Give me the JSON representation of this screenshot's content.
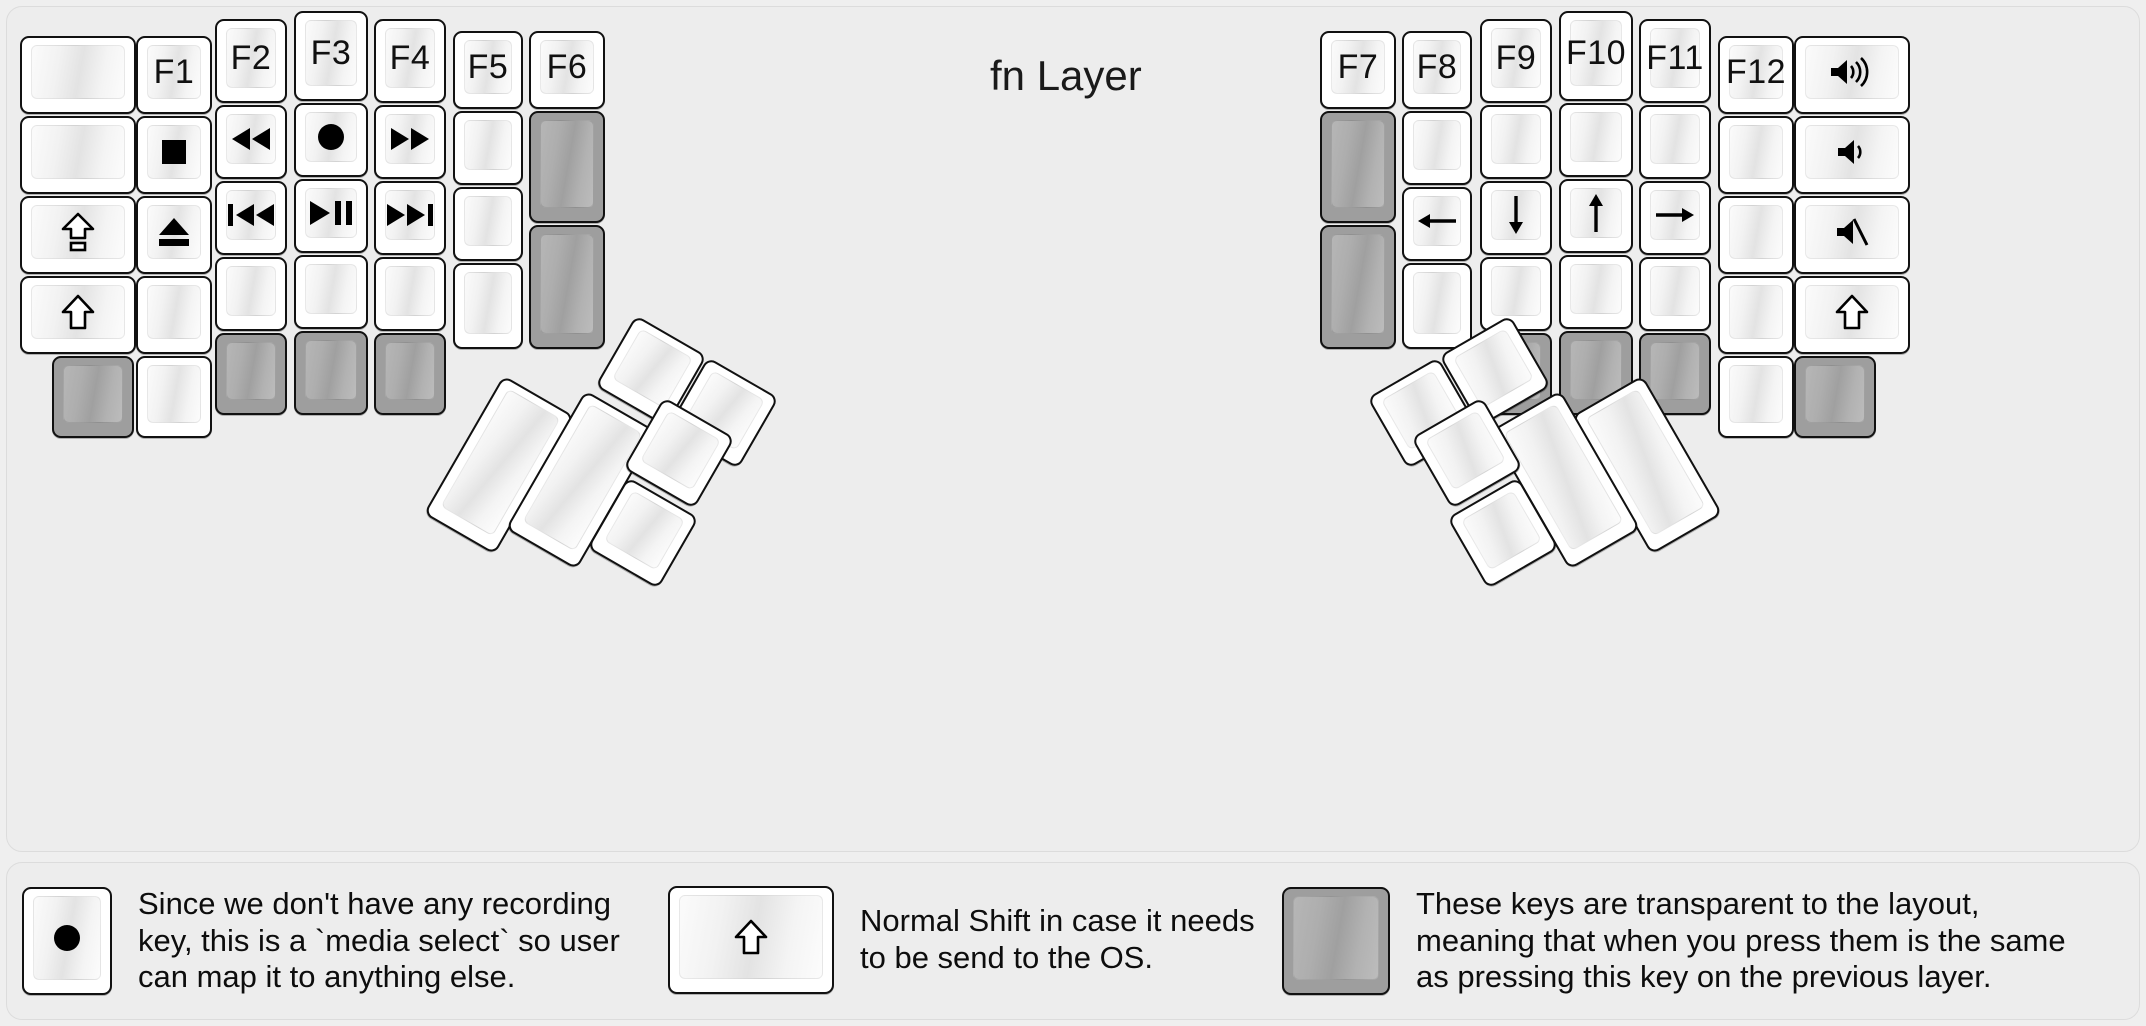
{
  "title": "fn Layer",
  "colors": {
    "page_background": "#efefef",
    "panel_background": "#ededed",
    "key_face": "#ffffff",
    "key_border": "#111111",
    "transparent_key": "#9e9e9e",
    "label_text": "#111111"
  },
  "keyboard": {
    "left_half": {
      "columns": [
        {
          "name": "col-pinky-outer",
          "keys": [
            {
              "label": "",
              "icon": "",
              "transparent": false
            },
            {
              "label": "",
              "icon": "",
              "transparent": false
            },
            {
              "label": "",
              "icon": "caps-lock-icon",
              "transparent": false
            },
            {
              "label": "",
              "icon": "shift-icon",
              "transparent": false
            },
            {
              "label": "",
              "icon": "",
              "transparent": true
            }
          ]
        },
        {
          "name": "col-pinky",
          "keys": [
            {
              "label": "F1",
              "icon": "",
              "transparent": false
            },
            {
              "label": "",
              "icon": "stop-icon",
              "transparent": false
            },
            {
              "label": "",
              "icon": "eject-icon",
              "transparent": false
            },
            {
              "label": "",
              "icon": "",
              "transparent": false
            },
            {
              "label": "",
              "icon": "",
              "transparent": false
            }
          ]
        },
        {
          "name": "col-ring",
          "keys": [
            {
              "label": "F2",
              "icon": "",
              "transparent": false
            },
            {
              "label": "",
              "icon": "rewind-icon",
              "transparent": false
            },
            {
              "label": "",
              "icon": "prev-track-icon",
              "transparent": false
            },
            {
              "label": "",
              "icon": "",
              "transparent": false
            },
            {
              "label": "",
              "icon": "",
              "transparent": true
            }
          ]
        },
        {
          "name": "col-middle",
          "keys": [
            {
              "label": "F3",
              "icon": "",
              "transparent": false
            },
            {
              "label": "",
              "icon": "record-icon",
              "transparent": false
            },
            {
              "label": "",
              "icon": "play-pause-icon",
              "transparent": false
            },
            {
              "label": "",
              "icon": "",
              "transparent": false
            },
            {
              "label": "",
              "icon": "",
              "transparent": true
            }
          ]
        },
        {
          "name": "col-index",
          "keys": [
            {
              "label": "F4",
              "icon": "",
              "transparent": false
            },
            {
              "label": "",
              "icon": "fast-forward-icon",
              "transparent": false
            },
            {
              "label": "",
              "icon": "next-track-icon",
              "transparent": false
            },
            {
              "label": "",
              "icon": "",
              "transparent": false
            },
            {
              "label": "",
              "icon": "",
              "transparent": true
            }
          ]
        },
        {
          "name": "col-index-inner",
          "keys": [
            {
              "label": "F5",
              "icon": "",
              "transparent": false
            },
            {
              "label": "",
              "icon": "",
              "transparent": false
            },
            {
              "label": "",
              "icon": "",
              "transparent": false
            },
            {
              "label": "",
              "icon": "",
              "transparent": false
            }
          ]
        },
        {
          "name": "col-inner",
          "keys": [
            {
              "label": "F6",
              "icon": "",
              "transparent": false
            },
            {
              "label": "",
              "icon": "",
              "transparent": true
            },
            {
              "label": "",
              "icon": "",
              "transparent": true
            }
          ]
        }
      ],
      "thumb_cluster": [
        {
          "name": "thumb-big-outer",
          "icon": "",
          "transparent": false
        },
        {
          "name": "thumb-big-inner",
          "icon": "",
          "transparent": false
        },
        {
          "name": "thumb-small-top",
          "icon": "",
          "transparent": false
        },
        {
          "name": "thumb-small-mid",
          "icon": "",
          "transparent": false
        },
        {
          "name": "thumb-small-far",
          "icon": "",
          "transparent": false
        },
        {
          "name": "thumb-small-low",
          "icon": "",
          "transparent": false
        }
      ]
    },
    "right_half": {
      "columns": [
        {
          "name": "col-inner",
          "keys": [
            {
              "label": "F7",
              "icon": "",
              "transparent": false
            },
            {
              "label": "",
              "icon": "",
              "transparent": true
            },
            {
              "label": "",
              "icon": "",
              "transparent": true
            }
          ]
        },
        {
          "name": "col-index-inner",
          "keys": [
            {
              "label": "F8",
              "icon": "",
              "transparent": false
            },
            {
              "label": "",
              "icon": "",
              "transparent": false
            },
            {
              "label": "",
              "icon": "arrow-left-icon",
              "transparent": false
            },
            {
              "label": "",
              "icon": "",
              "transparent": false
            }
          ]
        },
        {
          "name": "col-index",
          "keys": [
            {
              "label": "F9",
              "icon": "",
              "transparent": false
            },
            {
              "label": "",
              "icon": "",
              "transparent": false
            },
            {
              "label": "",
              "icon": "arrow-down-icon",
              "transparent": false
            },
            {
              "label": "",
              "icon": "",
              "transparent": false
            },
            {
              "label": "",
              "icon": "",
              "transparent": true
            }
          ]
        },
        {
          "name": "col-middle",
          "keys": [
            {
              "label": "F10",
              "icon": "",
              "transparent": false
            },
            {
              "label": "",
              "icon": "",
              "transparent": false
            },
            {
              "label": "",
              "icon": "arrow-up-icon",
              "transparent": false
            },
            {
              "label": "",
              "icon": "",
              "transparent": false
            },
            {
              "label": "",
              "icon": "",
              "transparent": true
            }
          ]
        },
        {
          "name": "col-ring",
          "keys": [
            {
              "label": "F11",
              "icon": "",
              "transparent": false
            },
            {
              "label": "",
              "icon": "",
              "transparent": false
            },
            {
              "label": "",
              "icon": "arrow-right-icon",
              "transparent": false
            },
            {
              "label": "",
              "icon": "",
              "transparent": false
            },
            {
              "label": "",
              "icon": "",
              "transparent": true
            }
          ]
        },
        {
          "name": "col-pinky",
          "keys": [
            {
              "label": "F12",
              "icon": "",
              "transparent": false
            },
            {
              "label": "",
              "icon": "",
              "transparent": false
            },
            {
              "label": "",
              "icon": "",
              "transparent": false
            },
            {
              "label": "",
              "icon": "",
              "transparent": false
            },
            {
              "label": "",
              "icon": "",
              "transparent": false
            }
          ]
        },
        {
          "name": "col-pinky-outer",
          "keys": [
            {
              "label": "",
              "icon": "volume-up-icon",
              "transparent": false
            },
            {
              "label": "",
              "icon": "volume-down-icon",
              "transparent": false
            },
            {
              "label": "",
              "icon": "volume-mute-icon",
              "transparent": false
            },
            {
              "label": "",
              "icon": "shift-icon",
              "transparent": false
            },
            {
              "label": "",
              "icon": "",
              "transparent": true
            }
          ]
        }
      ],
      "thumb_cluster": [
        {
          "name": "thumb-small-top",
          "icon": "",
          "transparent": false
        },
        {
          "name": "thumb-small-mid",
          "icon": "",
          "transparent": false
        },
        {
          "name": "thumb-small-far",
          "icon": "",
          "transparent": false
        },
        {
          "name": "thumb-small-low",
          "icon": "",
          "transparent": false
        },
        {
          "name": "thumb-big-inner",
          "icon": "",
          "transparent": false
        },
        {
          "name": "thumb-big-outer",
          "icon": "",
          "transparent": false
        }
      ]
    }
  },
  "legend": [
    {
      "key_icon": "record-icon",
      "key_transparent": false,
      "text": "Since we don't have any recording\nkey, this is a `media select` so user\ncan map it to anything else."
    },
    {
      "key_icon": "shift-icon",
      "key_transparent": false,
      "text": "Normal Shift in case it needs\nto be send to the OS."
    },
    {
      "key_icon": "",
      "key_transparent": true,
      "text": "These keys are transparent to the layout,\nmeaning that when you press them is the same\nas pressing this key on the previous layer."
    }
  ]
}
